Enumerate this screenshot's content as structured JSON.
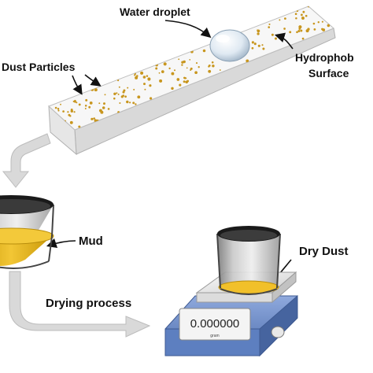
{
  "labels": {
    "water_droplet": "Water droplet",
    "dust_particles": "Dust Particles",
    "hydrophobic_line1": "Hydrophob",
    "hydrophobic_line2": "Surface",
    "mud": "Mud",
    "dry_dust": "Dry Dust",
    "drying_process": "Drying process"
  },
  "scale": {
    "reading": "0.000000",
    "unit": "gram"
  },
  "colors": {
    "dust": "#c8961e",
    "mud": "#e0b21c",
    "arrow": "#d8d8d8",
    "slab_top": "#f6f6f6",
    "scale_body": "#6f8fcf",
    "beaker_rim": "#222222"
  }
}
